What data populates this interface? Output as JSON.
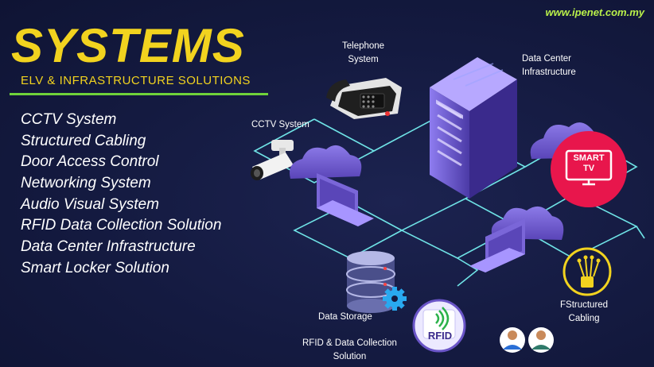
{
  "website": "www.ipenet.com.my",
  "title": "SYSTEMS",
  "subtitle": "ELV & INFRASTRUCTURE SOLUTIONS",
  "services": [
    "CCTV System",
    "Structured Cabling",
    "Door Access Control",
    "Networking System",
    "Audio Visual System",
    "RFID Data Collection Solution",
    "Data Center Infrastructure",
    "Smart Locker Solution"
  ],
  "diagram": {
    "telephone_label_1": "Telephone",
    "telephone_label_2": "System",
    "datacenter_label_1": "Data Center",
    "datacenter_label_2": "Infrastructure",
    "cctv_label": "CCTV System",
    "smart_tv_line_1": "SMART",
    "smart_tv_line_2": "TV",
    "data_storage_label": "Data Storage",
    "rfid_label_1": "RFID  & Data Collection",
    "rfid_label_2": "Solution",
    "rfid_badge": "RFID",
    "cabling_label_1": "FStructured",
    "cabling_label_2": "Cabling"
  },
  "colors": {
    "background": "#141a40",
    "accent_yellow": "#f2d31f",
    "accent_green": "#6fd23a",
    "network_lines": "#6fe3e6",
    "purple": "#6a55c8",
    "smart_tv_red": "#e8164c"
  },
  "icons": [
    "telephone-icon",
    "server-rack-icon",
    "cctv-camera-icon",
    "cloud-icon",
    "laptop-icon",
    "smart-tv-icon",
    "database-icon",
    "gear-icon",
    "rfid-icon",
    "cable-icon",
    "person-icon"
  ]
}
